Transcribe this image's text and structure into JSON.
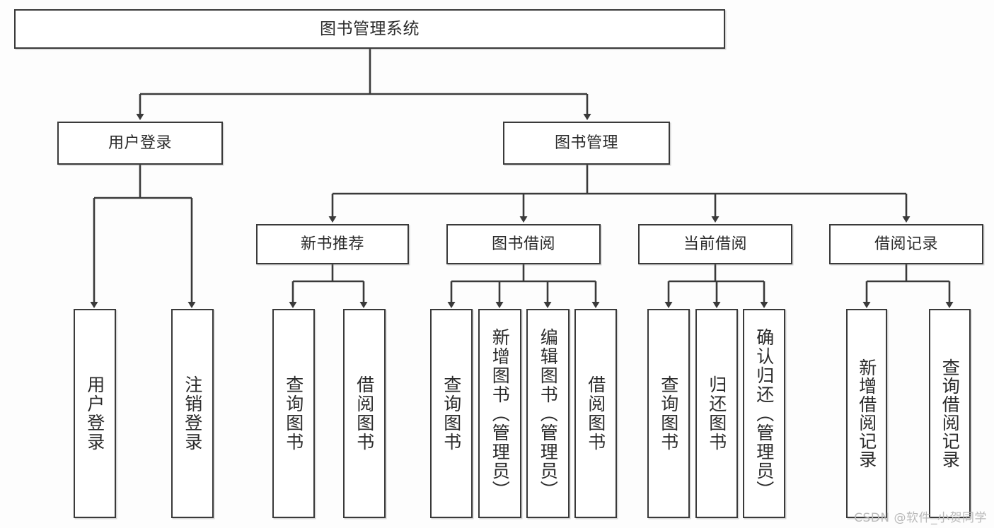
{
  "diagram": {
    "title_node": {
      "label": "图书管理系统"
    },
    "level2": [
      {
        "label": "用户登录"
      },
      {
        "label": "图书管理"
      }
    ],
    "level3": [
      {
        "label": "新书推荐"
      },
      {
        "label": "图书借阅"
      },
      {
        "label": "当前借阅"
      },
      {
        "label": "借阅记录"
      }
    ],
    "leaves": {
      "user_login": [
        {
          "label": "用户登录"
        },
        {
          "label": "注销登录"
        }
      ],
      "new_book_recommend": [
        {
          "label": "查询图书"
        },
        {
          "label": "借阅图书"
        }
      ],
      "book_borrow": [
        {
          "label": "查询图书"
        },
        {
          "label": "新增图书（管理员）"
        },
        {
          "label": "编辑图书（管理员）"
        },
        {
          "label": "借阅图书"
        }
      ],
      "current_borrow": [
        {
          "label": "查询图书"
        },
        {
          "label": "归还图书"
        },
        {
          "label": "确认归还（管理员）"
        }
      ],
      "borrow_record": [
        {
          "label": "新增借阅记录"
        },
        {
          "label": "查询借阅记录"
        }
      ]
    }
  },
  "watermark": {
    "text": "CSDN @软件_小贺同学"
  },
  "colors": {
    "stroke": "#3a3a3a",
    "text": "#2b2b2b",
    "background": "#fdfdfd",
    "watermark": "#b9b9b9"
  }
}
